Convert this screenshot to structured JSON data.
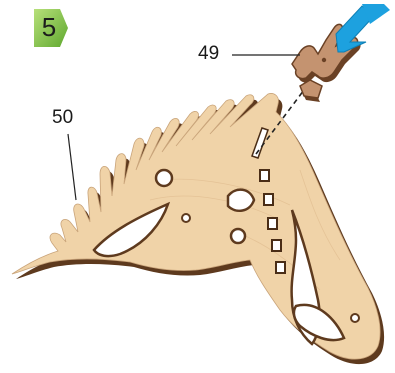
{
  "step": {
    "number": "5",
    "badge_color": "#7cbb3e"
  },
  "parts": {
    "part_49": {
      "label": "49",
      "name": "small-piece"
    },
    "part_50": {
      "label": "50",
      "name": "ribcage-panel"
    }
  },
  "colors": {
    "wood_face": "#f0d3a8",
    "wood_edge": "#5e3a1e",
    "small_piece": "#c49370",
    "arrow": "#1da1df",
    "leader": "#222222"
  },
  "icons": [
    "direction-arrow-icon"
  ]
}
